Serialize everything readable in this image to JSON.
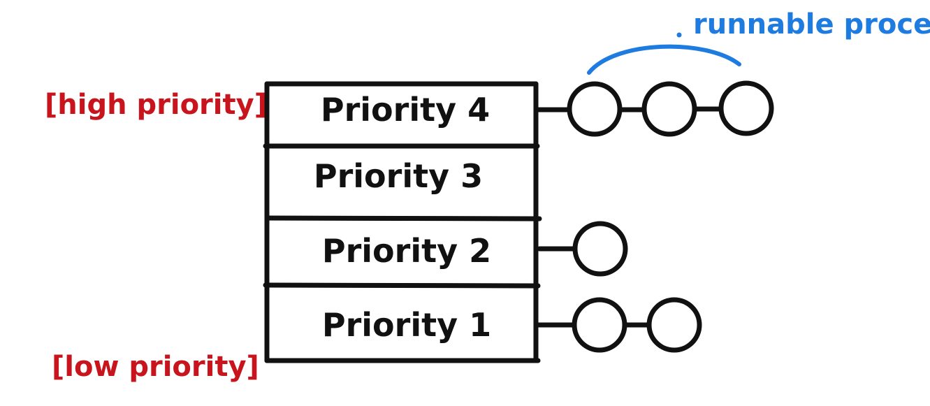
{
  "diagram": {
    "side_labels": {
      "high": "[high priority]",
      "low": "[low priority]"
    },
    "annotation": "runnable process",
    "colors": {
      "ink": "#111111",
      "high_low_labels": "#c8141c",
      "annotation": "#1e7be0"
    },
    "queues": [
      {
        "label": "Priority 4",
        "process_count": 3
      },
      {
        "label": "Priority 3",
        "process_count": 0
      },
      {
        "label": "Priority 2",
        "process_count": 1
      },
      {
        "label": "Priority 1",
        "process_count": 2
      }
    ]
  }
}
